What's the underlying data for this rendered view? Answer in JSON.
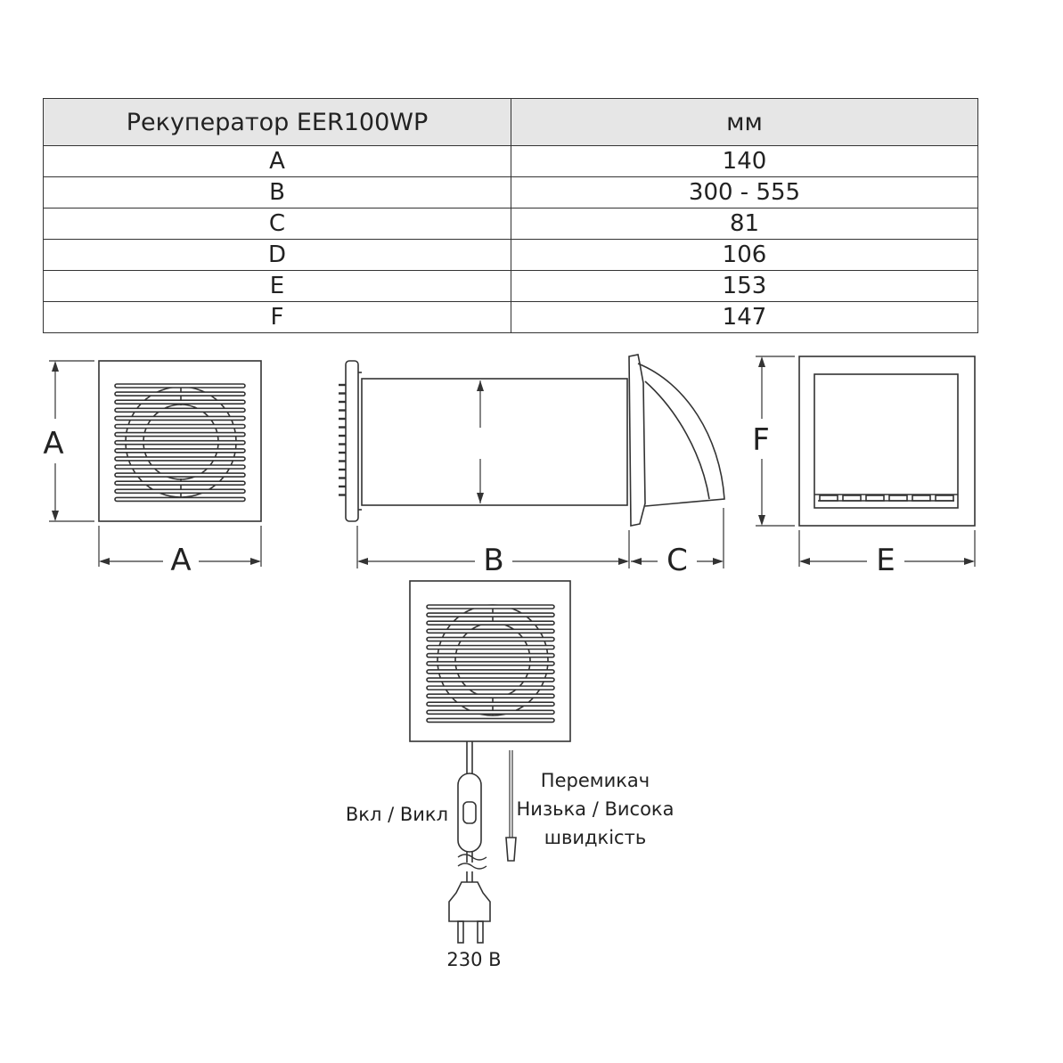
{
  "table": {
    "header": [
      "Рекуператор EER100WP",
      "мм"
    ],
    "rows": [
      [
        "A",
        "140"
      ],
      [
        "B",
        "300 - 555"
      ],
      [
        "C",
        "81"
      ],
      [
        "D",
        "106"
      ],
      [
        "E",
        "153"
      ],
      [
        "F",
        "147"
      ]
    ]
  },
  "dim_labels": {
    "front_height": "A",
    "front_width": "A",
    "side_length": "B",
    "hood_depth": "C",
    "rear_height": "F",
    "rear_width": "E"
  },
  "wiring_labels": {
    "switch": "Вкл / Викл",
    "pull_cord_line1": "Перемикач",
    "pull_cord_line2": "Низька / Висока",
    "pull_cord_line3": "швидкість",
    "voltage": "230 В"
  }
}
